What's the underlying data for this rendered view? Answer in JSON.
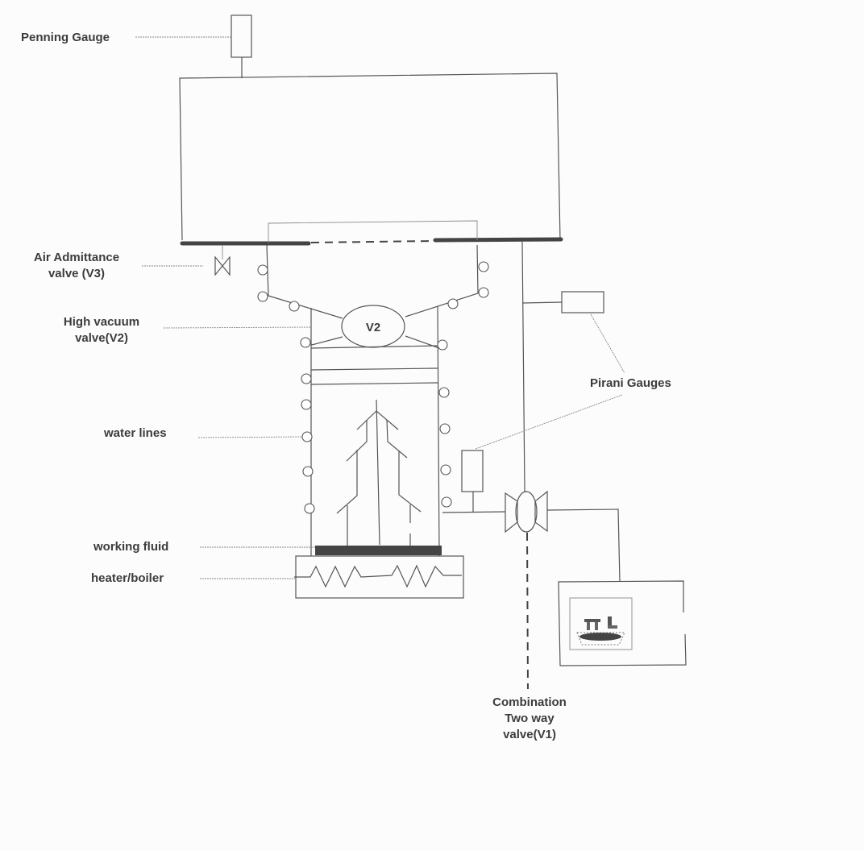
{
  "diagram": {
    "title": "Diffusion pump vacuum system",
    "labels": {
      "penning_gauge": "Penning Gauge",
      "air_admittance_line1": "Air Admittance",
      "air_admittance_line2": "valve (V3)",
      "high_vacuum_line1": "High vacuum",
      "high_vacuum_line2": "valve(V2)",
      "water_lines": "water lines",
      "working_fluid": "working fluid",
      "heater_boiler": "heater/boiler",
      "pirani_gauges": "Pirani Gauges",
      "combination_line1": "Combination",
      "combination_line2": "Two way",
      "combination_line3": "valve(V1)"
    },
    "valve_v2_text": "V2",
    "components": [
      "vacuum-chamber",
      "penning-gauge",
      "baffle-plate",
      "air-admittance-valve",
      "high-vacuum-valve",
      "diffusion-pump-body",
      "jet-assembly",
      "cooling-water-coils",
      "working-fluid",
      "heater-boiler",
      "pirani-gauge-foreline",
      "pirani-gauge-roughing",
      "combination-two-way-valve",
      "rotary-pump"
    ],
    "colors": {
      "line": "#555555",
      "text": "#3c3c3c",
      "fill_dark": "#444444",
      "background": "#fdfcfd"
    }
  }
}
